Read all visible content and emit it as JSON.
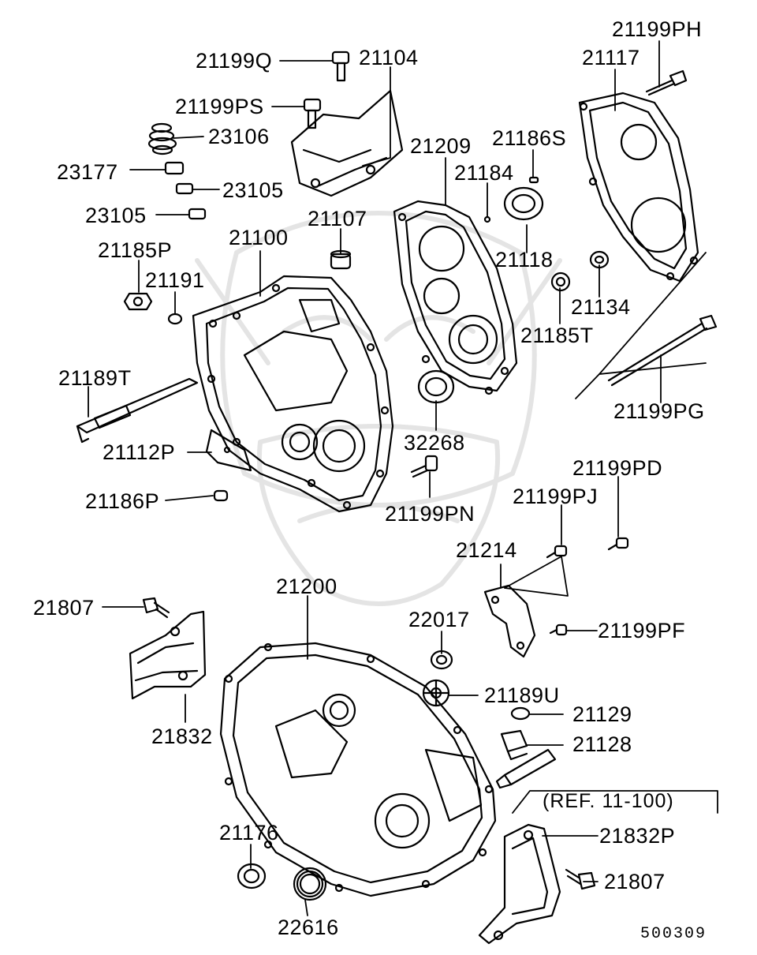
{
  "diagram": {
    "labels": {
      "p21199q": "21199Q",
      "p21104": "21104",
      "p21199ps": "21199PS",
      "p23106": "23106",
      "p23177": "23177",
      "p23105a": "23105",
      "p23105b": "23105",
      "p21209": "21209",
      "p21186s": "21186S",
      "p21184": "21184",
      "p21199ph": "21199PH",
      "p21117": "21117",
      "p21107": "21107",
      "p21100": "21100",
      "p21185p": "21185P",
      "p21191": "21191",
      "p21118": "21118",
      "p21134": "21134",
      "p21185t": "21185T",
      "p21189t": "21189T",
      "p21199pg": "21199PG",
      "p32268": "32268",
      "p21112p": "21112P",
      "p21199pd": "21199PD",
      "p21199pj": "21199PJ",
      "p21186p": "21186P",
      "p21199pn": "21199PN",
      "p21214": "21214",
      "p21807a": "21807",
      "p21200": "21200",
      "p22017": "22017",
      "p21199pf": "21199PF",
      "p21189u": "21189U",
      "p21832": "21832",
      "p21129": "21129",
      "p21128": "21128",
      "p21176": "21176",
      "p21832p": "21832P",
      "p21807b": "21807",
      "p22616": "22616"
    },
    "reference": "(REF. 11-100)",
    "drawing_code": "500309"
  }
}
